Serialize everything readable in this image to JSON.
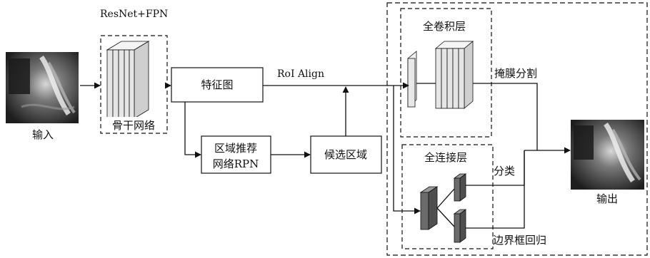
{
  "labels": {
    "backbone_title": "ResNet+FPN",
    "input": "输入",
    "backbone": "骨干网络",
    "feature_map": "特征图",
    "roi_align": "RoI Align",
    "rpn_line1": "区域推荐",
    "rpn_line2": "网络RPN",
    "candidate": "候选区域",
    "fcn": "全卷积层",
    "mask": "掩膜分割",
    "fc": "全连接层",
    "classify": "分类",
    "bbox": "边界框回归",
    "output": "输出"
  },
  "colors": {
    "stroke": "#111111",
    "layer_fill": "#e6e6e6",
    "dark_layer_fill": "#6b6b6b",
    "image_bg": "#2b2b2b"
  }
}
